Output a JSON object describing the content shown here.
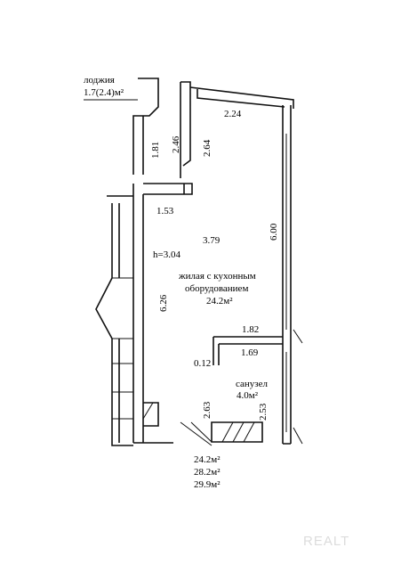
{
  "plan": {
    "loggia": {
      "name": "лоджия",
      "area": "1.7(2.4)м²"
    },
    "living_room": {
      "name_line1": "жилая с кухонным",
      "name_line2": "оборудованием",
      "area": "24.2м²"
    },
    "bathroom": {
      "name": "санузел",
      "area": "4.0м²"
    },
    "ceiling_height": "h=3.04",
    "dimensions": {
      "loggia_width": "1.81",
      "left_wall_upper": "2.46",
      "entry_depth": "2.64",
      "top_width": "2.24",
      "left_section": "1.53",
      "room_width": "3.79",
      "room_length": "6.00",
      "left_length": "6.26",
      "bath_top": "1.82",
      "bath_inner": "1.69",
      "small_offset": "0.12",
      "bath_left": "2.63",
      "bath_right": "2.53"
    },
    "totals": {
      "line1": "24.2м²",
      "line2": "28.2м²",
      "line3": "29.9м²"
    }
  },
  "watermark": "REALT"
}
